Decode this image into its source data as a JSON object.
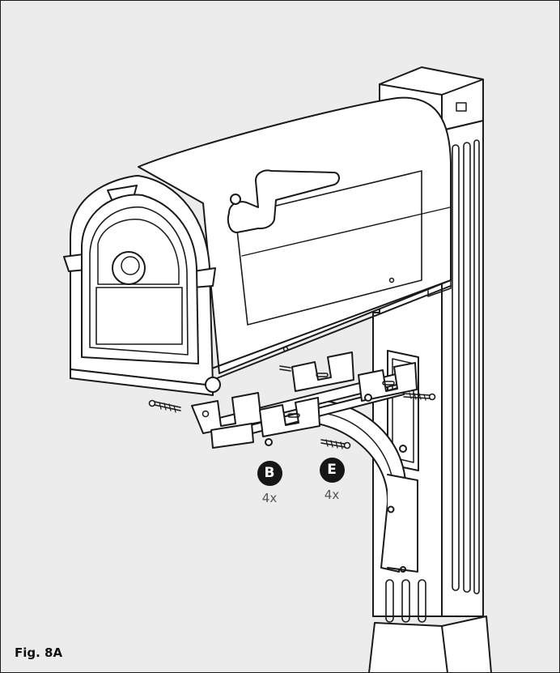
{
  "figure": {
    "caption": "Fig. 8A"
  },
  "callouts": [
    {
      "letter": "B",
      "quantity": "4x"
    },
    {
      "letter": "E",
      "quantity": "4x"
    }
  ]
}
